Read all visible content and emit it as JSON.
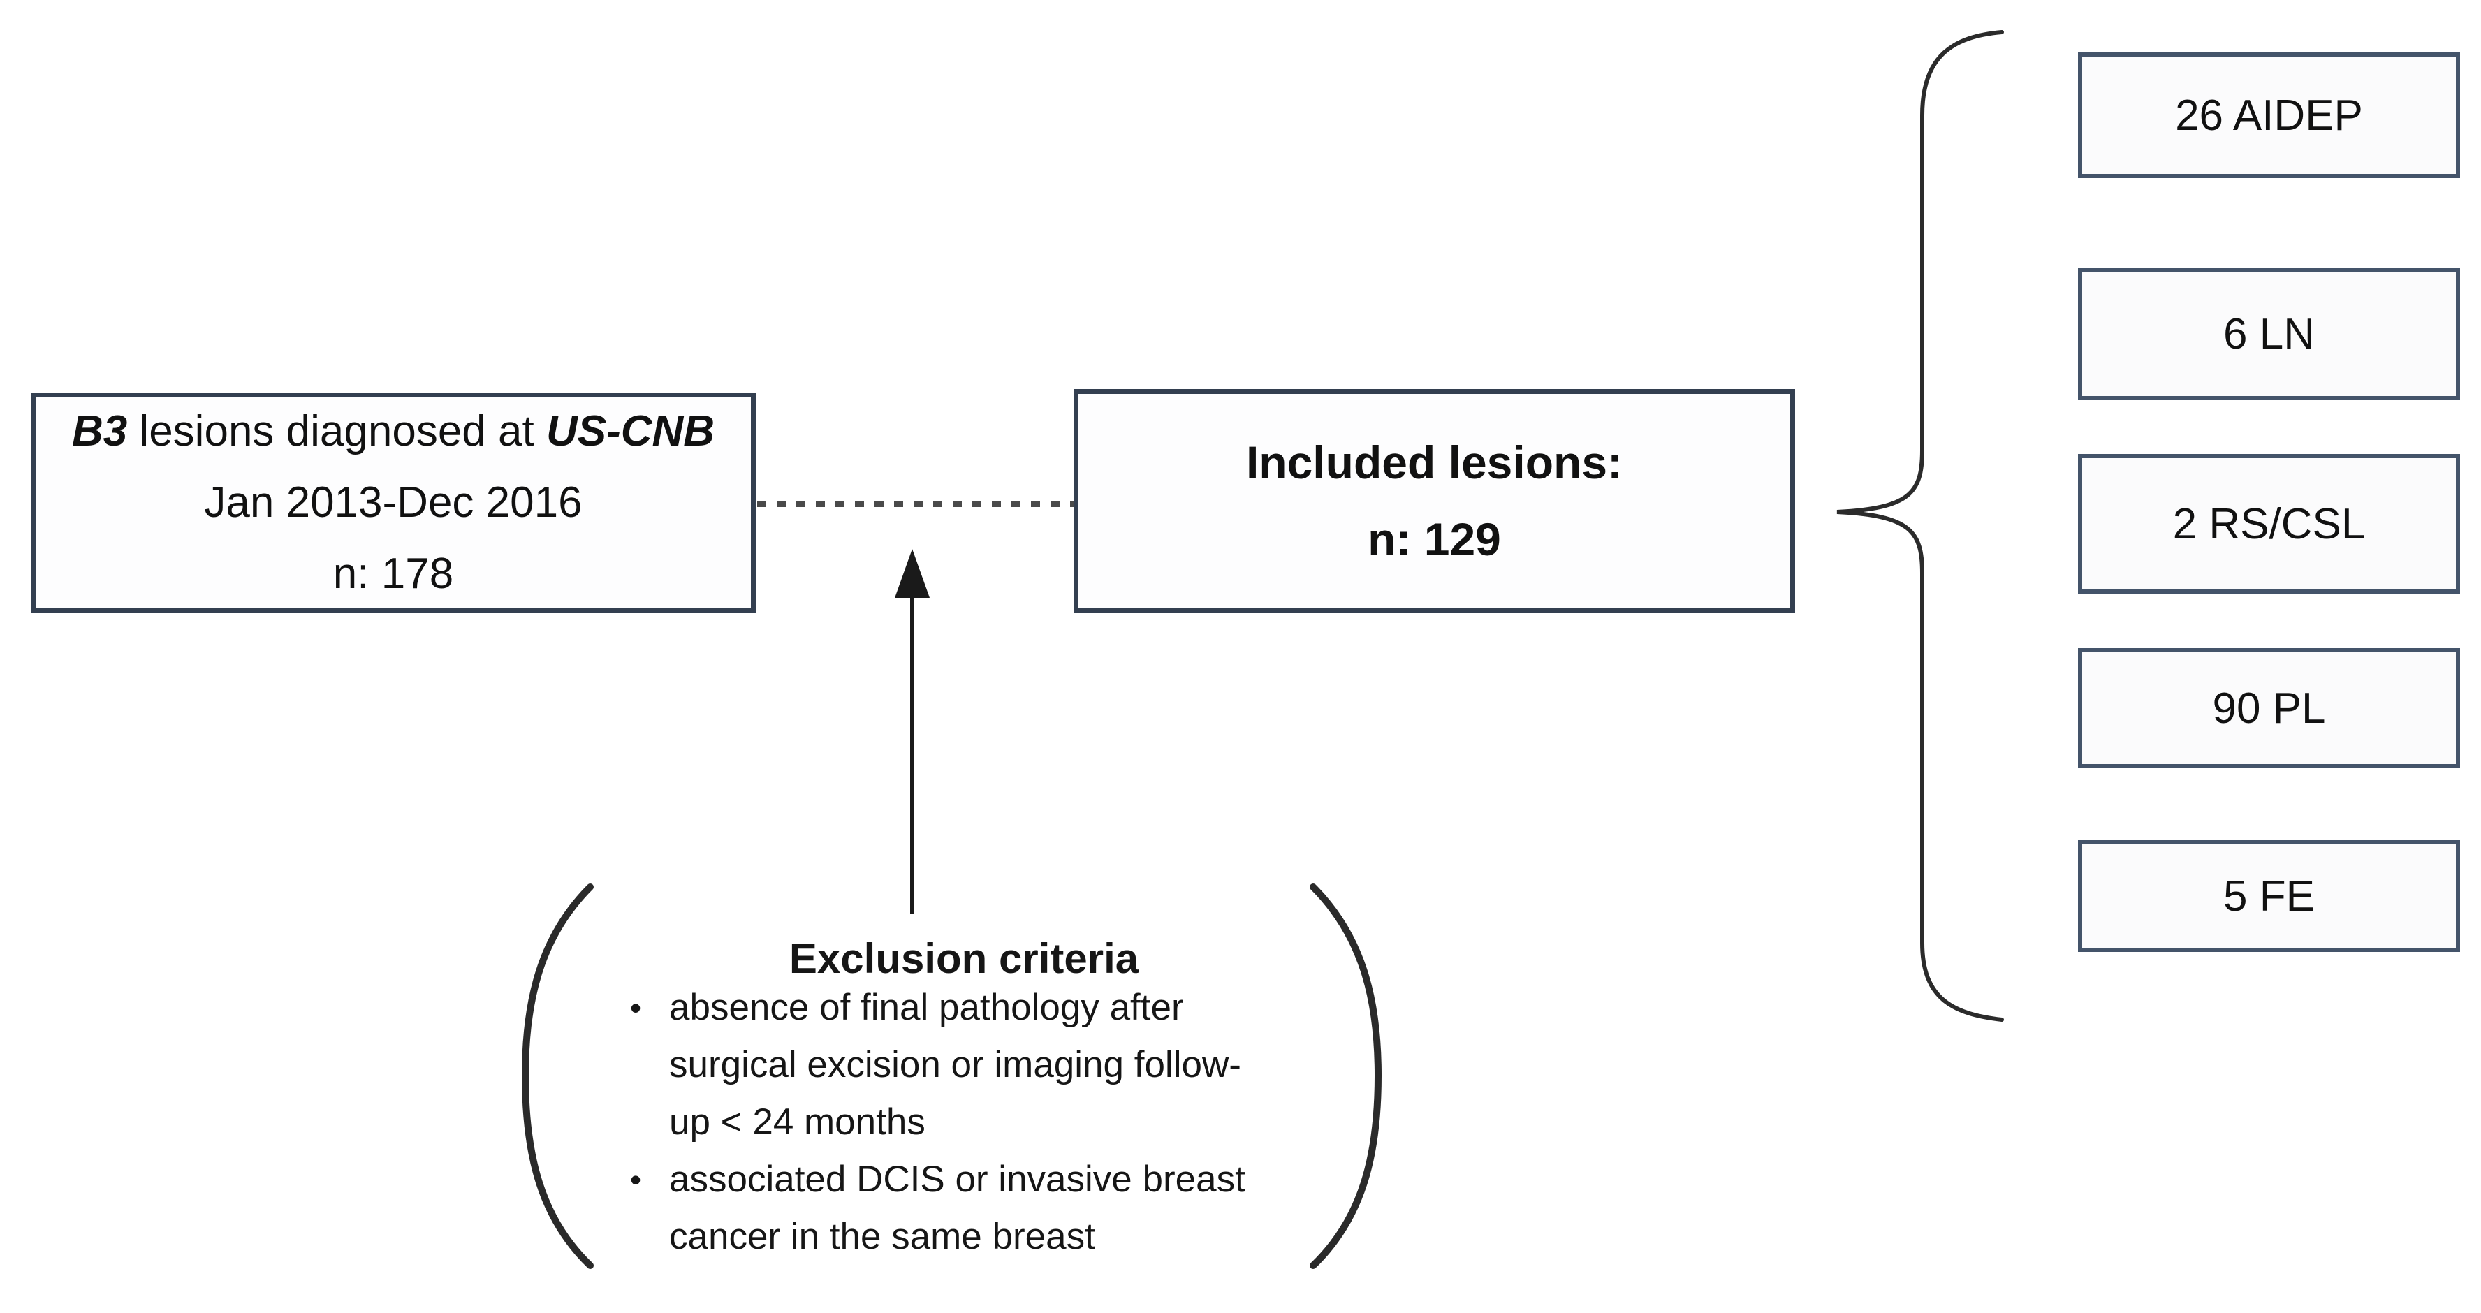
{
  "figure": {
    "source_box": {
      "title_prefix": "B3",
      "title_middle": " lesions diagnosed at ",
      "title_suffix": "US-CNB",
      "line2": "Jan 2013-Dec 2016",
      "line3": "n: 178"
    },
    "included_box": {
      "line1": "Included lesions:",
      "line2": "n: 129"
    },
    "outcome_boxes": [
      {
        "label": "26 AIDEP"
      },
      {
        "label": "6 LN"
      },
      {
        "label": "2 RS/CSL"
      },
      {
        "label": "90 PL"
      },
      {
        "label": "5 FE"
      }
    ],
    "exclusion": {
      "title": "Exclusion criteria",
      "bullets": [
        [
          "absence of final pathology after",
          "surgical excision or imaging follow-",
          "up < 24 months"
        ],
        [
          "associated DCIS or invasive breast",
          "cancer in the same breast"
        ]
      ]
    },
    "colors": {
      "box_border": "#333f50",
      "small_box_border": "#44546a",
      "text": "#111111",
      "connector": "#2b2b2b",
      "dashed_line": "#4a4a4a"
    }
  }
}
